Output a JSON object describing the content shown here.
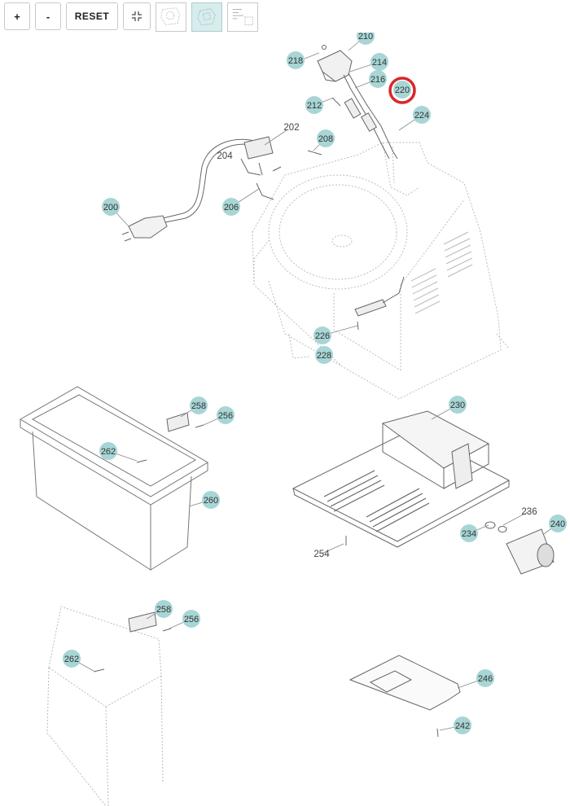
{
  "toolbar": {
    "zoom_in_label": "+",
    "zoom_out_label": "-",
    "reset_label": "RESET",
    "fit_icon": "fit-to-screen-icon",
    "thumbnails": [
      "thumbnail-1",
      "thumbnail-2",
      "thumbnail-3"
    ],
    "active_thumbnail": 2
  },
  "colors": {
    "callout_fill": "#a8d5d5",
    "highlight_ring": "#d9262b",
    "line": "#777777"
  },
  "callouts": [
    {
      "id": "210",
      "label": "210"
    },
    {
      "id": "218",
      "label": "218"
    },
    {
      "id": "214",
      "label": "214"
    },
    {
      "id": "216",
      "label": "216"
    },
    {
      "id": "220",
      "label": "220",
      "highlighted": true
    },
    {
      "id": "212",
      "label": "212"
    },
    {
      "id": "224",
      "label": "224"
    },
    {
      "id": "208",
      "label": "208"
    },
    {
      "id": "200",
      "label": "200"
    },
    {
      "id": "206",
      "label": "206"
    },
    {
      "id": "226",
      "label": "226"
    },
    {
      "id": "228",
      "label": "228"
    },
    {
      "id": "258a",
      "label": "258"
    },
    {
      "id": "256a",
      "label": "256"
    },
    {
      "id": "262a",
      "label": "262"
    },
    {
      "id": "230",
      "label": "230"
    },
    {
      "id": "260",
      "label": "260"
    },
    {
      "id": "240",
      "label": "240"
    },
    {
      "id": "234",
      "label": "234"
    },
    {
      "id": "258b",
      "label": "258"
    },
    {
      "id": "256b",
      "label": "256"
    },
    {
      "id": "262b",
      "label": "262"
    },
    {
      "id": "246",
      "label": "246"
    },
    {
      "id": "242",
      "label": "242"
    }
  ],
  "plain_labels": [
    {
      "id": "202",
      "label": "202"
    },
    {
      "id": "204",
      "label": "204"
    },
    {
      "id": "236",
      "label": "236"
    },
    {
      "id": "254",
      "label": "254"
    }
  ]
}
